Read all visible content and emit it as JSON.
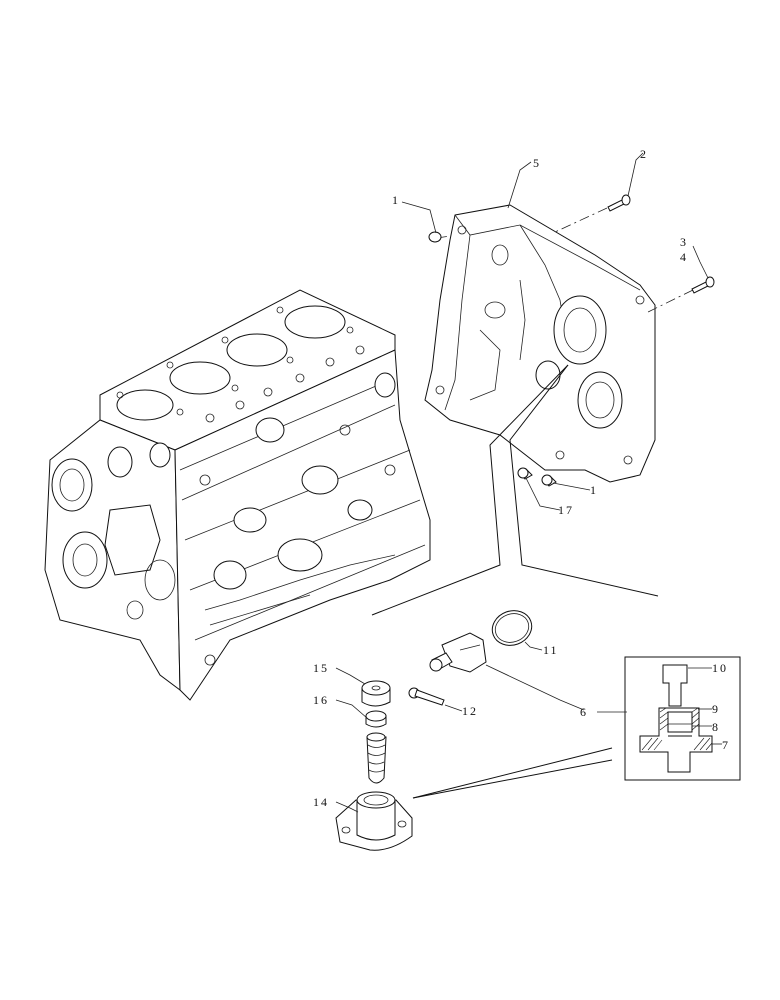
{
  "callouts": [
    {
      "id": "c1a",
      "label": "1"
    },
    {
      "id": "c1b",
      "label": "1"
    },
    {
      "id": "c2",
      "label": "2"
    },
    {
      "id": "c3",
      "label": "3"
    },
    {
      "id": "c4",
      "label": "4"
    },
    {
      "id": "c5",
      "label": "5"
    },
    {
      "id": "c6",
      "label": "6"
    },
    {
      "id": "c7",
      "label": "7"
    },
    {
      "id": "c8",
      "label": "8"
    },
    {
      "id": "c9",
      "label": "9"
    },
    {
      "id": "c10",
      "label": "10"
    },
    {
      "id": "c11",
      "label": "11"
    },
    {
      "id": "c12",
      "label": "12"
    },
    {
      "id": "c14",
      "label": "14"
    },
    {
      "id": "c15",
      "label": "15"
    },
    {
      "id": "c16",
      "label": "16"
    },
    {
      "id": "c17",
      "label": "17"
    }
  ]
}
